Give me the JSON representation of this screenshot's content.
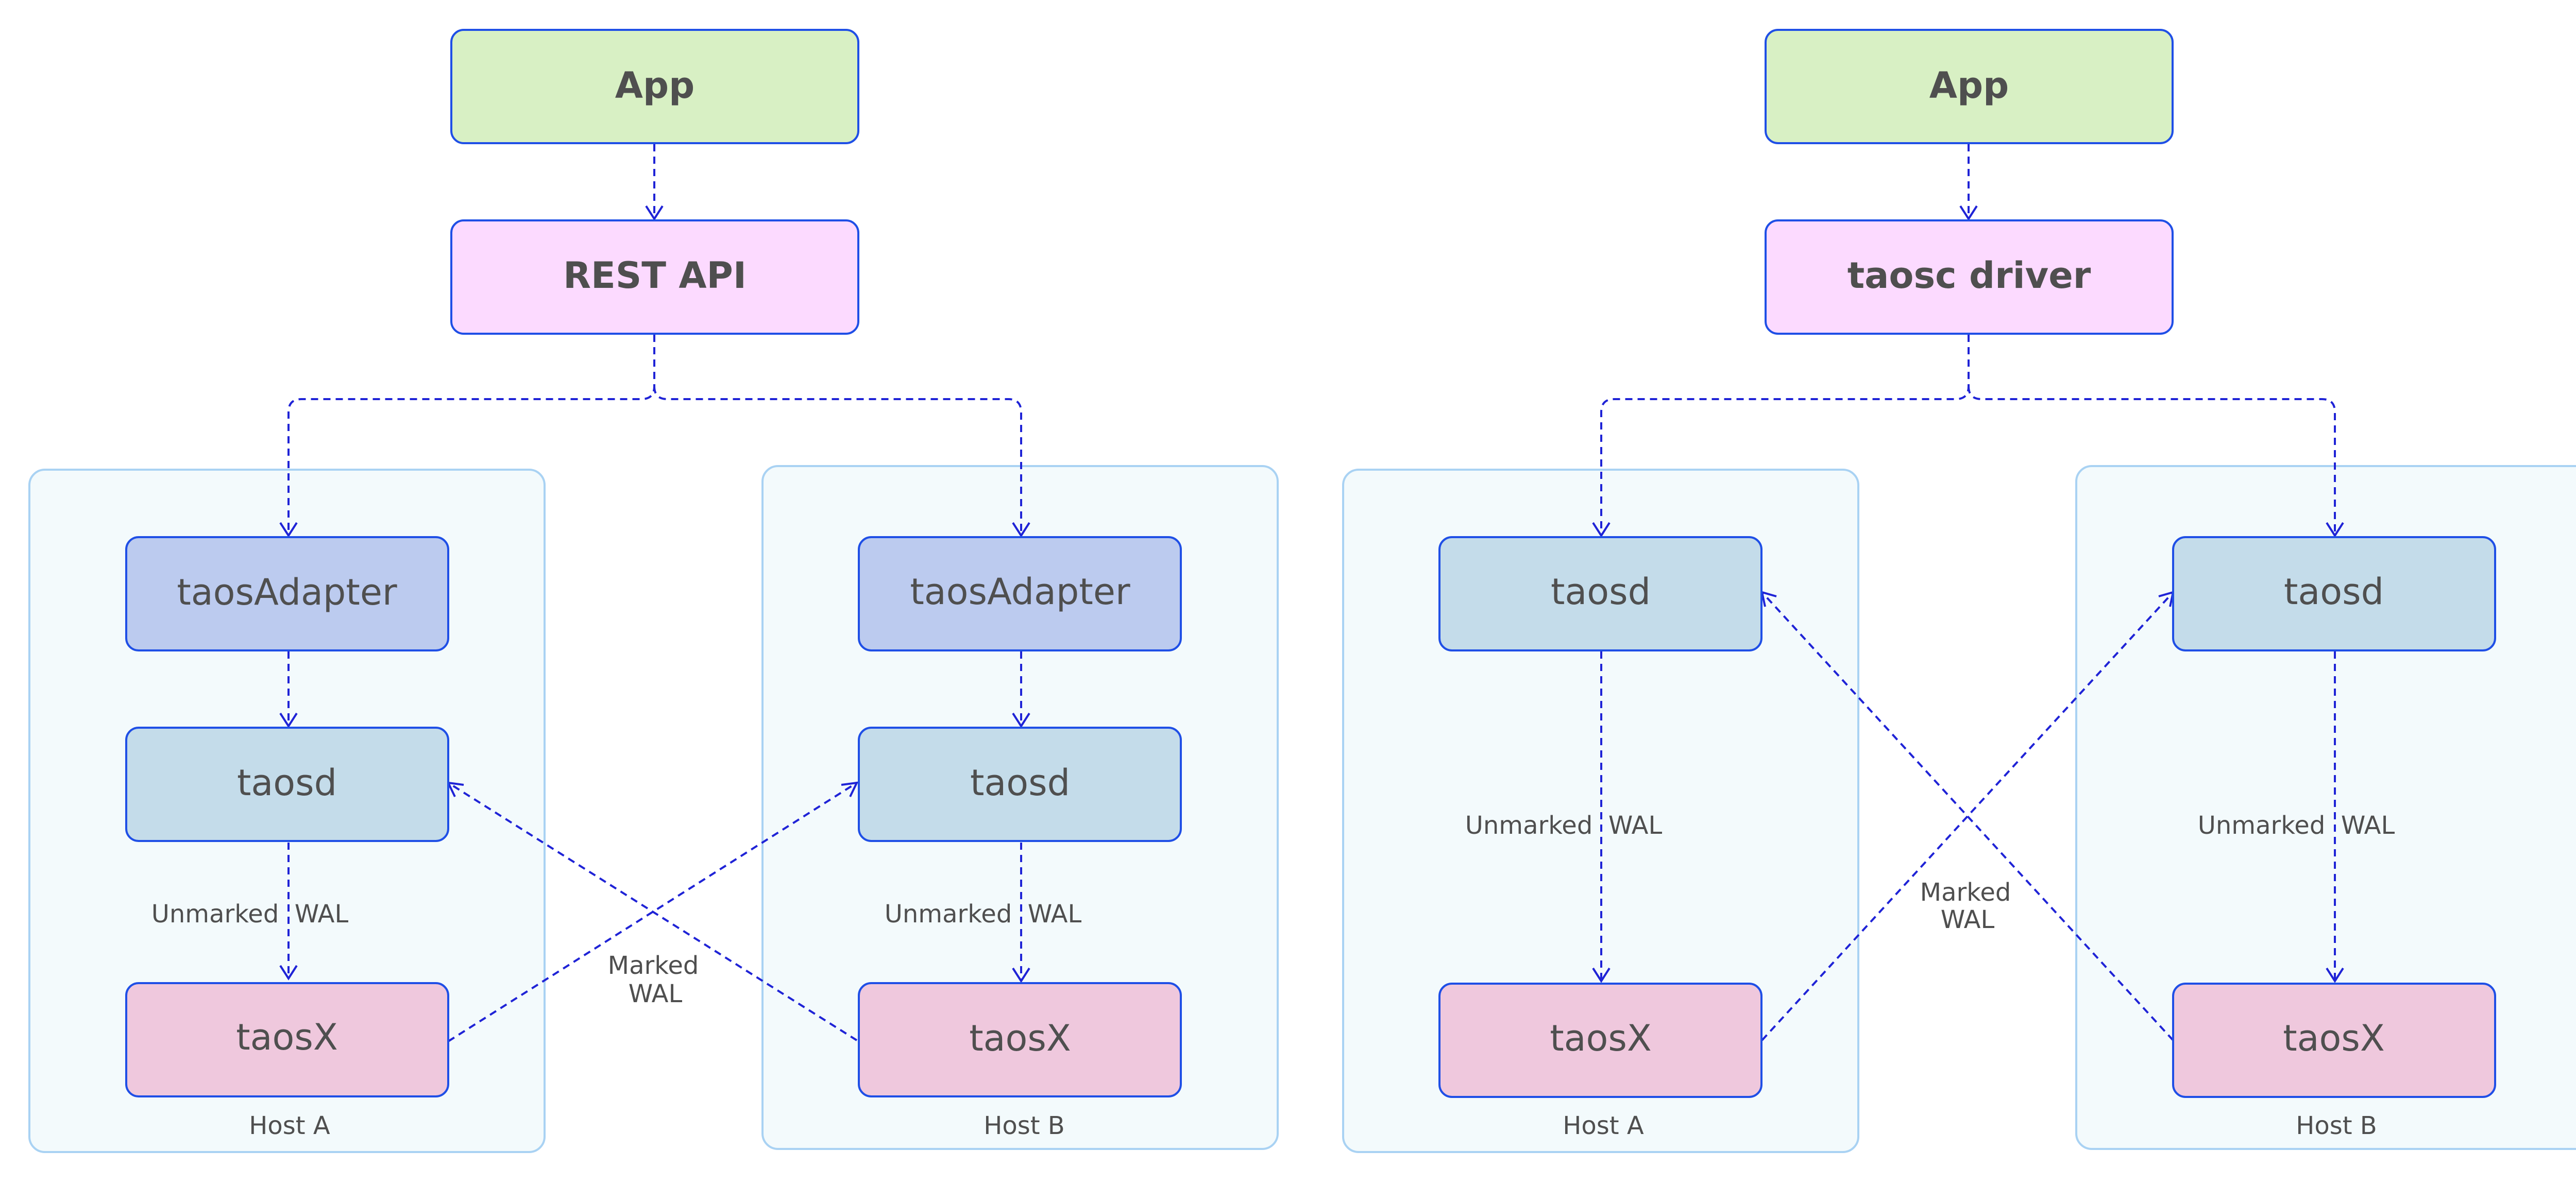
{
  "colors": {
    "app": "#d8f0c4",
    "api": "#fcdaff",
    "adapter": "#bccbef",
    "taosd": "#c4dcea",
    "taosx": "#efc8dd",
    "border": "#1f4fe6",
    "edge": "#1f23d6",
    "host_fill": "#f3fafc",
    "host_border": "#a9d2f3",
    "text": "#4f4f4f"
  },
  "left": {
    "app": "App",
    "api": "REST API",
    "host_a": {
      "label": "Host A",
      "adapter": "taosAdapter",
      "taosd": "taosd",
      "taosx": "taosX",
      "wal": "Unmarked  WAL"
    },
    "host_b": {
      "label": "Host B",
      "adapter": "taosAdapter",
      "taosd": "taosd",
      "taosx": "taosX",
      "wal": "Unmarked  WAL"
    },
    "marked_wal": [
      "Marked",
      "WAL"
    ]
  },
  "right": {
    "app": "App",
    "api": "taosc driver",
    "host_a": {
      "label": "Host A",
      "taosd": "taosd",
      "taosx": "taosX",
      "wal": "Unmarked  WAL"
    },
    "host_b": {
      "label": "Host B",
      "taosd": "taosd",
      "taosx": "taosX",
      "wal": "Unmarked  WAL"
    },
    "marked_wal": [
      "Marked",
      "WAL"
    ]
  }
}
